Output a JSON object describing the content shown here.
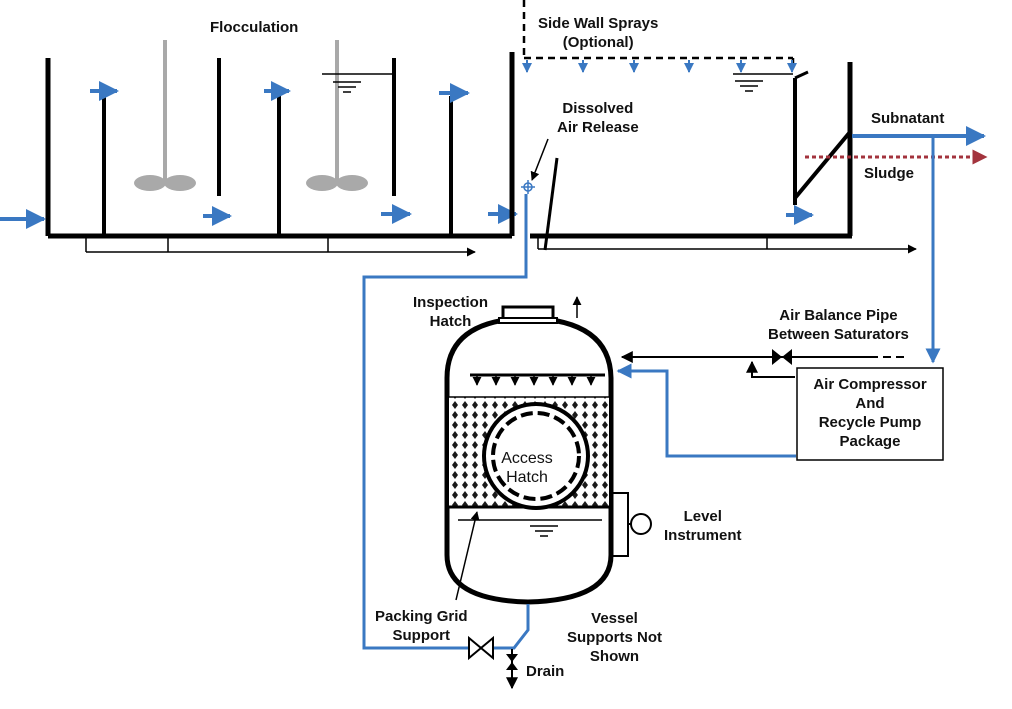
{
  "colors": {
    "structure": "#000000",
    "flow": "#3a78c2",
    "sludge": "#a3333d",
    "paddle": "#a9a9a9",
    "packing": "#1a1a1a"
  },
  "labels": {
    "flocculation": "Flocculation",
    "side_wall_sprays": [
      "Side Wall Sprays",
      "(Optional)"
    ],
    "dissolved_air_release": [
      "Dissolved",
      "Air Release"
    ],
    "subnatant": "Subnatant",
    "sludge": "Sludge",
    "inspection_hatch": [
      "Inspection",
      "Hatch"
    ],
    "air_balance_pipe": [
      "Air Balance Pipe",
      "Between Saturators"
    ],
    "compressor_package": [
      "Air Compressor",
      "And",
      "Recycle Pump",
      "Package"
    ],
    "access_hatch": [
      "Access",
      "Hatch"
    ],
    "level_instrument": [
      "Level",
      "Instrument"
    ],
    "packing_grid_support": [
      "Packing Grid",
      "Support"
    ],
    "vessel_supports": [
      "Vessel",
      "Supports Not",
      "Shown"
    ],
    "drain": "Drain"
  }
}
